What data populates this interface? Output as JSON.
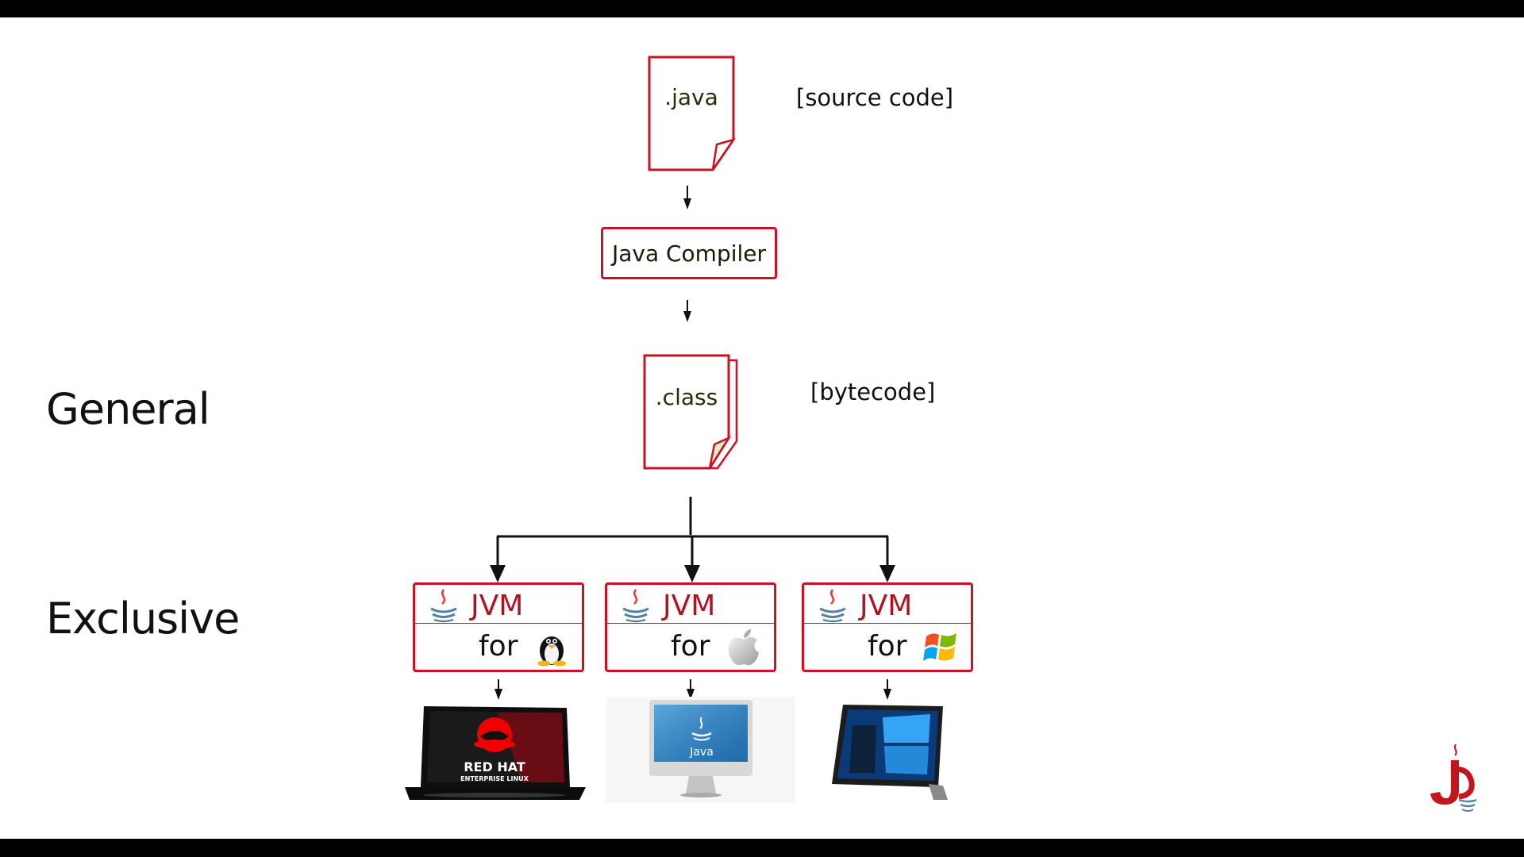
{
  "labels": {
    "general": "General",
    "exclusive": "Exclusive"
  },
  "source": {
    "file": ".java",
    "note": "[source code]"
  },
  "compiler": {
    "label": "Java Compiler"
  },
  "bytecode": {
    "file": ".class",
    "note": "[bytecode]"
  },
  "jvms": [
    {
      "title": "JVM",
      "for_label": "for",
      "os_icon": "linux-penguin-icon",
      "device": "laptop-red-hat"
    },
    {
      "title": "JVM",
      "for_label": "for",
      "os_icon": "apple-icon",
      "device": "imac-java"
    },
    {
      "title": "JVM",
      "for_label": "for",
      "os_icon": "windows-icon",
      "device": "surface-tablet-windows"
    }
  ],
  "devices": {
    "redhat_line1": "RED HAT",
    "redhat_line2": "ENTERPRISE LINUX",
    "imac_text": "Java"
  },
  "colors": {
    "accent": "#cc1122",
    "text": "#111111",
    "bar": "#000000"
  }
}
